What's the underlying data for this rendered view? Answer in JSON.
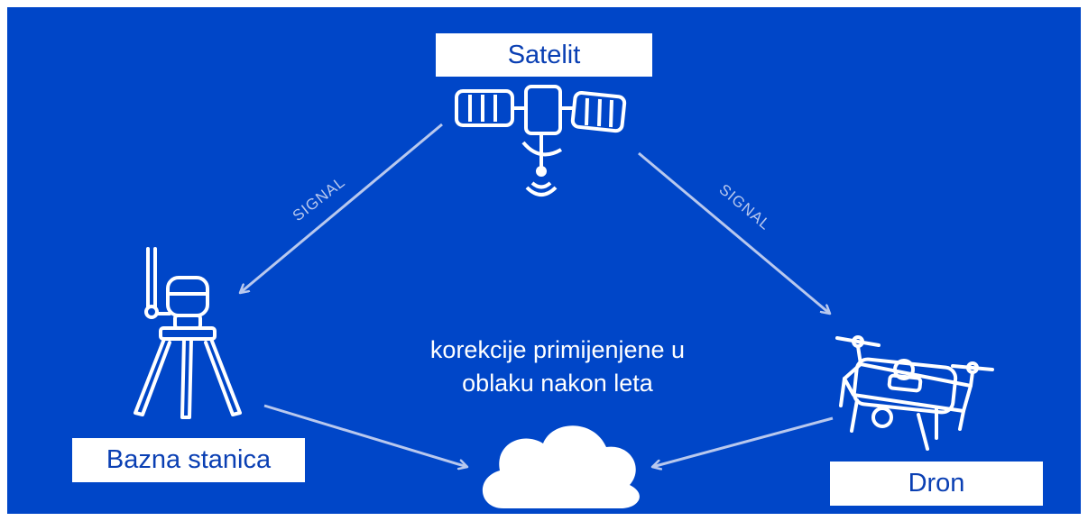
{
  "nodes": {
    "satellite": {
      "label": "Satelit",
      "icon": "satellite-icon"
    },
    "base_station": {
      "label": "Bazna stanica",
      "icon": "tripod-base-station-icon"
    },
    "drone": {
      "label": "Dron",
      "icon": "drone-icon"
    },
    "cloud": {
      "icon": "cloud-icon"
    }
  },
  "edges": {
    "satellite_to_base": {
      "label": "SIGNAL"
    },
    "satellite_to_drone": {
      "label": "SIGNAL"
    }
  },
  "caption": {
    "line1": "korekcije primijenjene u",
    "line2": "oblaku nakon leta"
  },
  "colors": {
    "background": "#0046c8",
    "label_text": "#0a3fb3",
    "arrow": "#b8c8ee",
    "icon": "#ffffff"
  }
}
